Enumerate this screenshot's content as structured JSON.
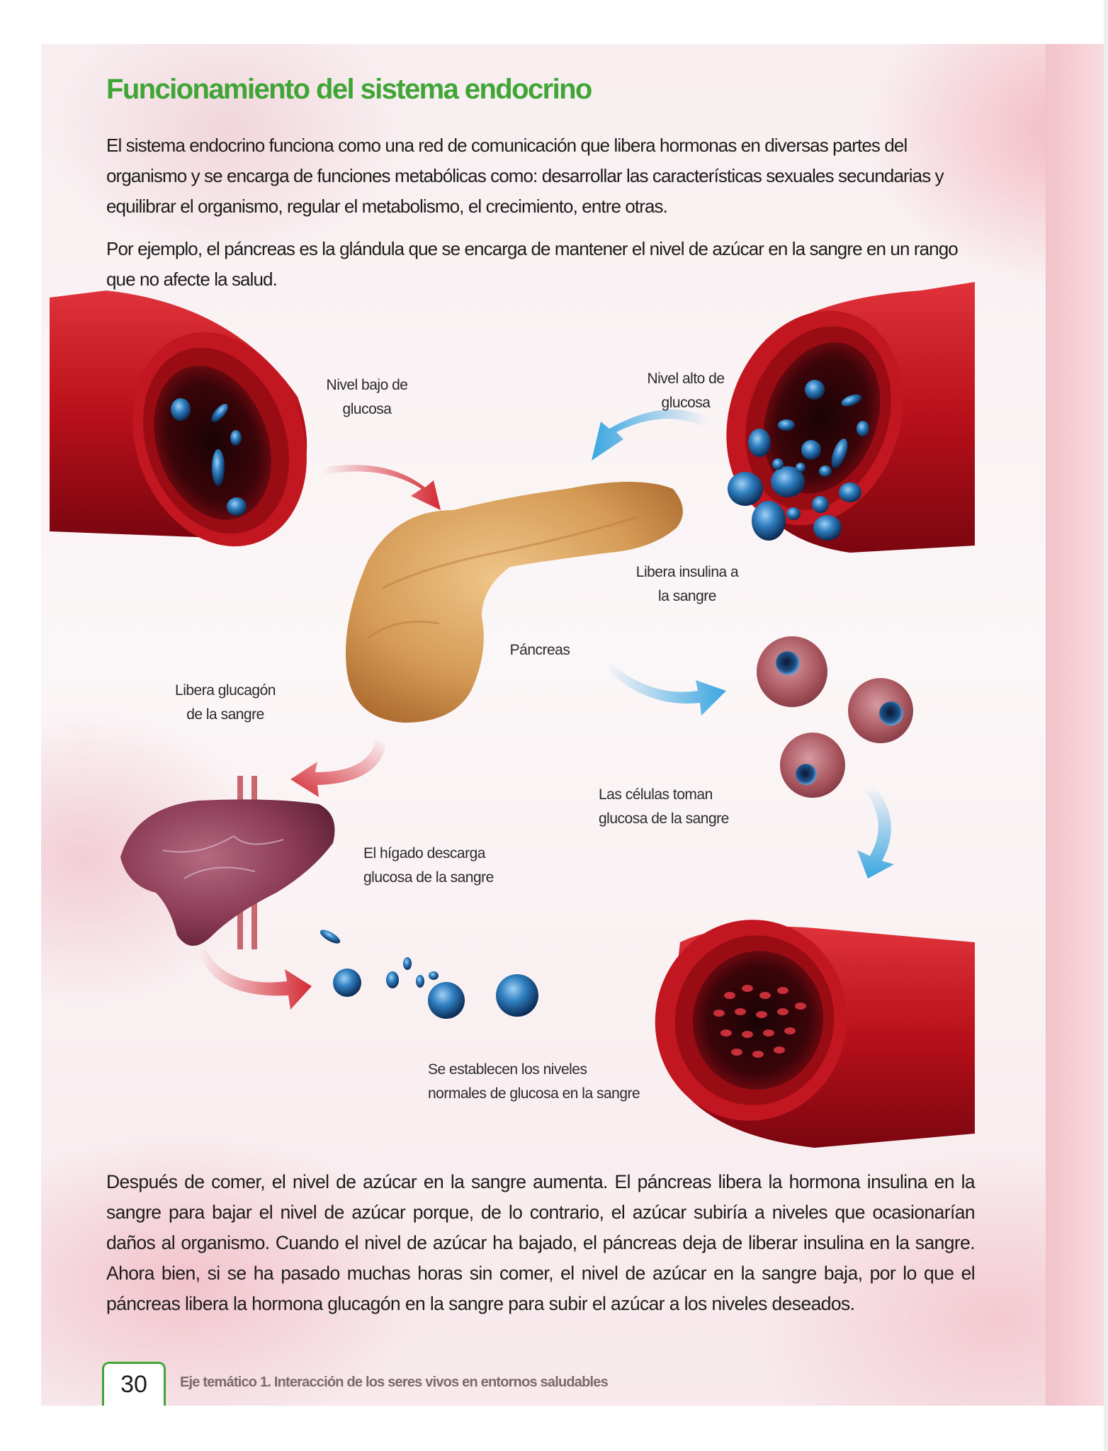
{
  "title": "Funcionamiento del sistema endocrino",
  "intro": {
    "paragraph1": "El sistema endocrino funciona como una red de comunicación que libera hormonas en diversas partes del organismo y se encarga de funciones metabólicas como: desarrollar las características sexuales secundarias y equilibrar el organismo, regular el metabolismo, el crecimiento, entre otras.",
    "paragraph2": "Por ejemplo, el páncreas es la glándula que se encarga de mantener el nivel de azúcar en la sangre en un rango que no afecte la salud."
  },
  "diagram": {
    "labels": {
      "low_glucose_1": "Nivel bajo de",
      "low_glucose_2": "glucosa",
      "high_glucose_1": "Nivel alto de",
      "high_glucose_2": "glucosa",
      "insulin_1": "Libera insulina a",
      "insulin_2": "la sangre",
      "pancreas": "Páncreas",
      "glucagon_1": "Libera glucagón",
      "glucagon_2": "de la sangre",
      "cells_1": "Las células toman",
      "cells_2": "glucosa de la sangre",
      "liver_1": "El hígado descarga",
      "liver_2": "glucosa de la sangre",
      "normal_1": "Se establecen los niveles",
      "normal_2": "normales de glucosa en la sangre"
    },
    "colors": {
      "vessel_red": "#c8141c",
      "arrow_red": "#d42a34",
      "arrow_blue": "#3aa6e0",
      "pancreas": "#d9a35f",
      "liver": "#8e3f57",
      "glucose_blue": "#2e6fa8",
      "cell": "#a8505a"
    }
  },
  "body_text": "Después de comer, el nivel de azúcar en la sangre aumenta. El páncreas libera la hormona insulina en la sangre para bajar el nivel de azúcar porque, de lo contrario, el azúcar subiría a niveles que ocasionarían daños al organismo. Cuando el nivel de azúcar ha bajado, el páncreas deja de liberar insulina en la sangre. Ahora bien, si se ha pasado muchas horas sin comer, el nivel de azúcar en la sangre baja, por lo que el páncreas libera la hormona glucagón en la sangre para subir el azúcar a los niveles deseados.",
  "footer": {
    "page_number": "30",
    "section": "Eje temático 1. Interacción de los seres vivos en entornos saludables"
  }
}
